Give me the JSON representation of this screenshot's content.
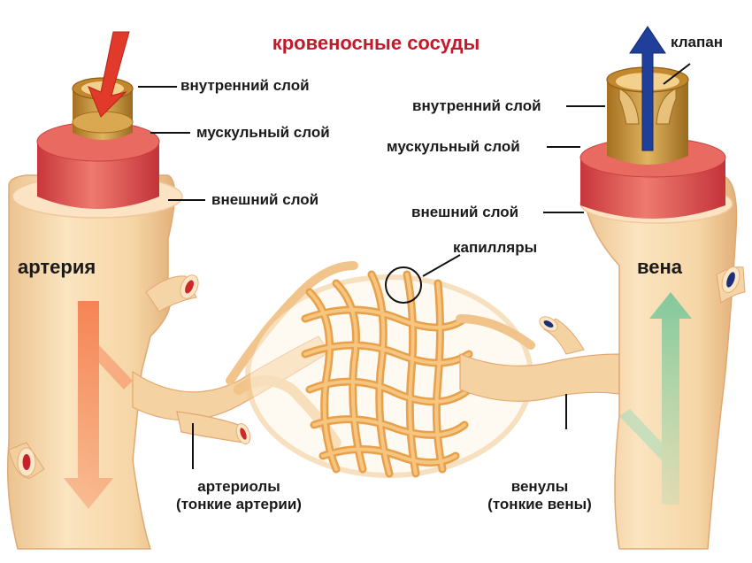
{
  "title": "кровеносные сосуды",
  "labels": {
    "artery": {
      "name": "артерия",
      "inner_layer": "внутренний слой",
      "muscle_layer": "мускульный слой",
      "outer_layer": "внешний слой"
    },
    "vein": {
      "name": "вена",
      "valve": "клапан",
      "inner_layer": "внутренний слой",
      "muscle_layer": "мускульный слой",
      "outer_layer": "внешний слой"
    },
    "capillaries": "капилляры",
    "arterioles_line1": "артериолы",
    "arterioles_line2": "(тонкие артерии)",
    "venules_line1": "венулы",
    "venules_line2": "(тонкие вены)"
  },
  "colors": {
    "title": "#c4182b",
    "vessel_skin": "#f6d9ae",
    "vessel_shadow": "#e8b77d",
    "muscle": "#e0574f",
    "inner_wall": "#c48a2c",
    "capillary": "#f0b05a",
    "artery_arrow": "#e8432e",
    "vein_arrow": "#1f3f9a",
    "vein_flow": "#8fd0a6"
  }
}
